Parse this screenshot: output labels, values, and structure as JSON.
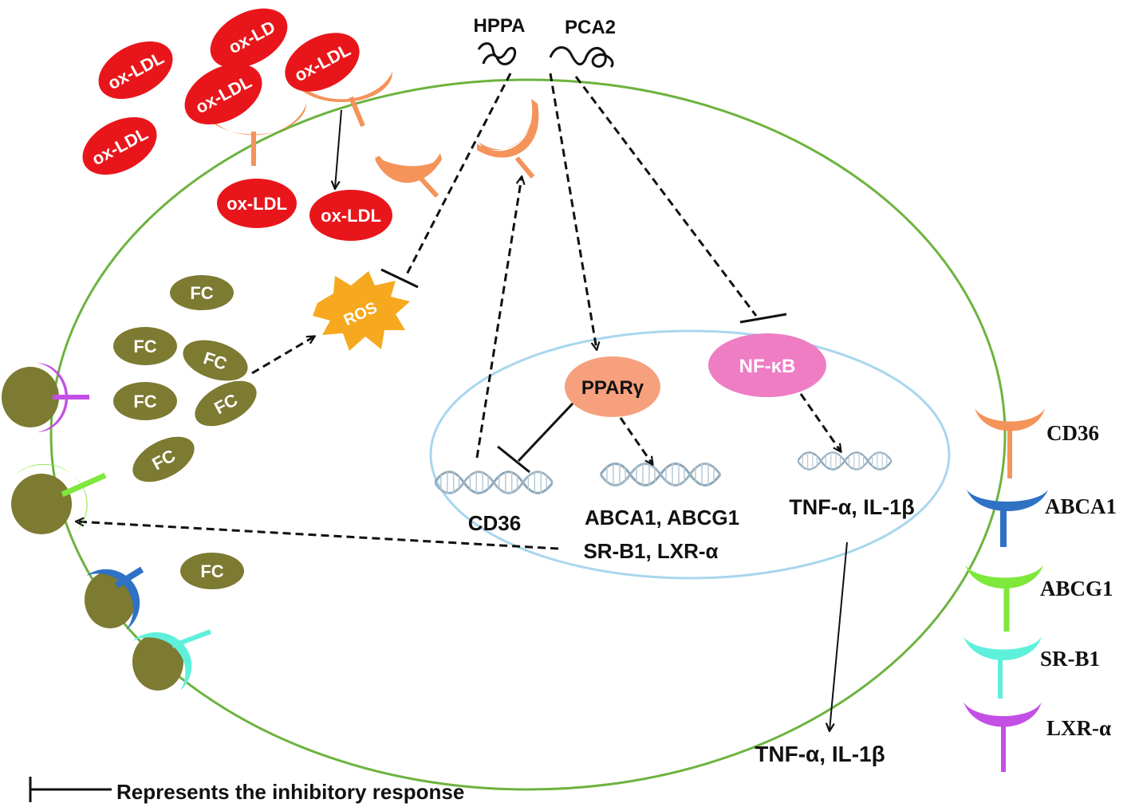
{
  "diagram": {
    "compounds": [
      {
        "id": "hppa",
        "label": "HPPA"
      },
      {
        "id": "pca2",
        "label": "PCA2"
      }
    ],
    "oxldl": [
      {
        "id": "ox1",
        "label": "ox-LDL"
      },
      {
        "id": "ox2",
        "label": "ox-LD"
      },
      {
        "id": "ox3",
        "label": "ox-LDL"
      },
      {
        "id": "ox4",
        "label": "ox-LDL"
      },
      {
        "id": "ox5",
        "label": "ox-LDL"
      },
      {
        "id": "ox6",
        "label": "ox-LDL"
      },
      {
        "id": "ox7",
        "label": "ox-LDL"
      }
    ],
    "fc": [
      {
        "id": "fc1",
        "label": "FC"
      },
      {
        "id": "fc2",
        "label": "FC"
      },
      {
        "id": "fc3",
        "label": "FC"
      },
      {
        "id": "fc4",
        "label": "FC"
      },
      {
        "id": "fc5",
        "label": "FC"
      },
      {
        "id": "fc6",
        "label": "FC"
      },
      {
        "id": "fc7",
        "label": "FC"
      }
    ],
    "ros": "ROS",
    "ppar": "PPARγ",
    "nfkb": "NF-κB",
    "genes": {
      "cd36": "CD36",
      "abca_line1": "ABCA1, ABCG1",
      "abca_line2": "SR-B1, LXR-α",
      "tnf_inside": "TNF-α, IL-1β"
    },
    "tnf_secreted": "TNF-α, IL-1β",
    "legend_receptors": [
      {
        "id": "cd36",
        "label": "CD36",
        "color": "#f4935a"
      },
      {
        "id": "abca1",
        "label": "ABCA1",
        "color": "#2f72c4"
      },
      {
        "id": "abcg1",
        "label": "ABCG1",
        "color": "#7ee83c"
      },
      {
        "id": "srb1",
        "label": "SR-B1",
        "color": "#5ff0dc"
      },
      {
        "id": "lxra",
        "label": "LXR-α",
        "color": "#c34fe6"
      }
    ],
    "inhibitory_note": "Represents the inhibitory response",
    "colors": {
      "cell_membrane": "#6db33f",
      "nucleus_membrane": "#a9d6ee",
      "oxldl": "#e8161b",
      "fc": "#7d7a32",
      "ros": "#f6a81f",
      "ppar": "#f6a07e",
      "nfkb": "#ee7dc4"
    }
  }
}
